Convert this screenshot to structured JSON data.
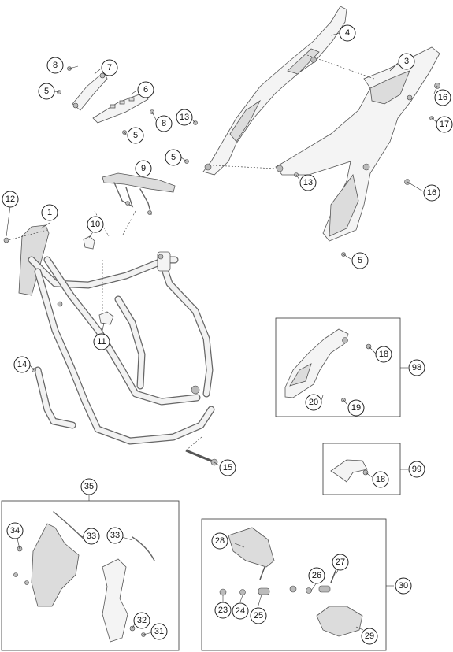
{
  "callouts": {
    "c1": "1",
    "c3": "3",
    "c4": "4",
    "c5a": "5",
    "c5b": "5",
    "c5c": "5",
    "c5d": "5",
    "c6": "6",
    "c7": "7",
    "c8a": "8",
    "c8b": "8",
    "c9": "9",
    "c10": "10",
    "c11": "11",
    "c12": "12",
    "c13a": "13",
    "c13b": "13",
    "c14": "14",
    "c15": "15",
    "c16a": "16",
    "c16b": "16",
    "c17": "17",
    "c18a": "18",
    "c18b": "18",
    "c19": "19",
    "c20": "20",
    "c23": "23",
    "c24": "24",
    "c25": "25",
    "c26": "26",
    "c27": "27",
    "c28": "28",
    "c29": "29",
    "c30": "30",
    "c31": "31",
    "c32": "32",
    "c33a": "33",
    "c33b": "33",
    "c34": "34",
    "c35": "35",
    "c98": "98",
    "c99": "99"
  }
}
